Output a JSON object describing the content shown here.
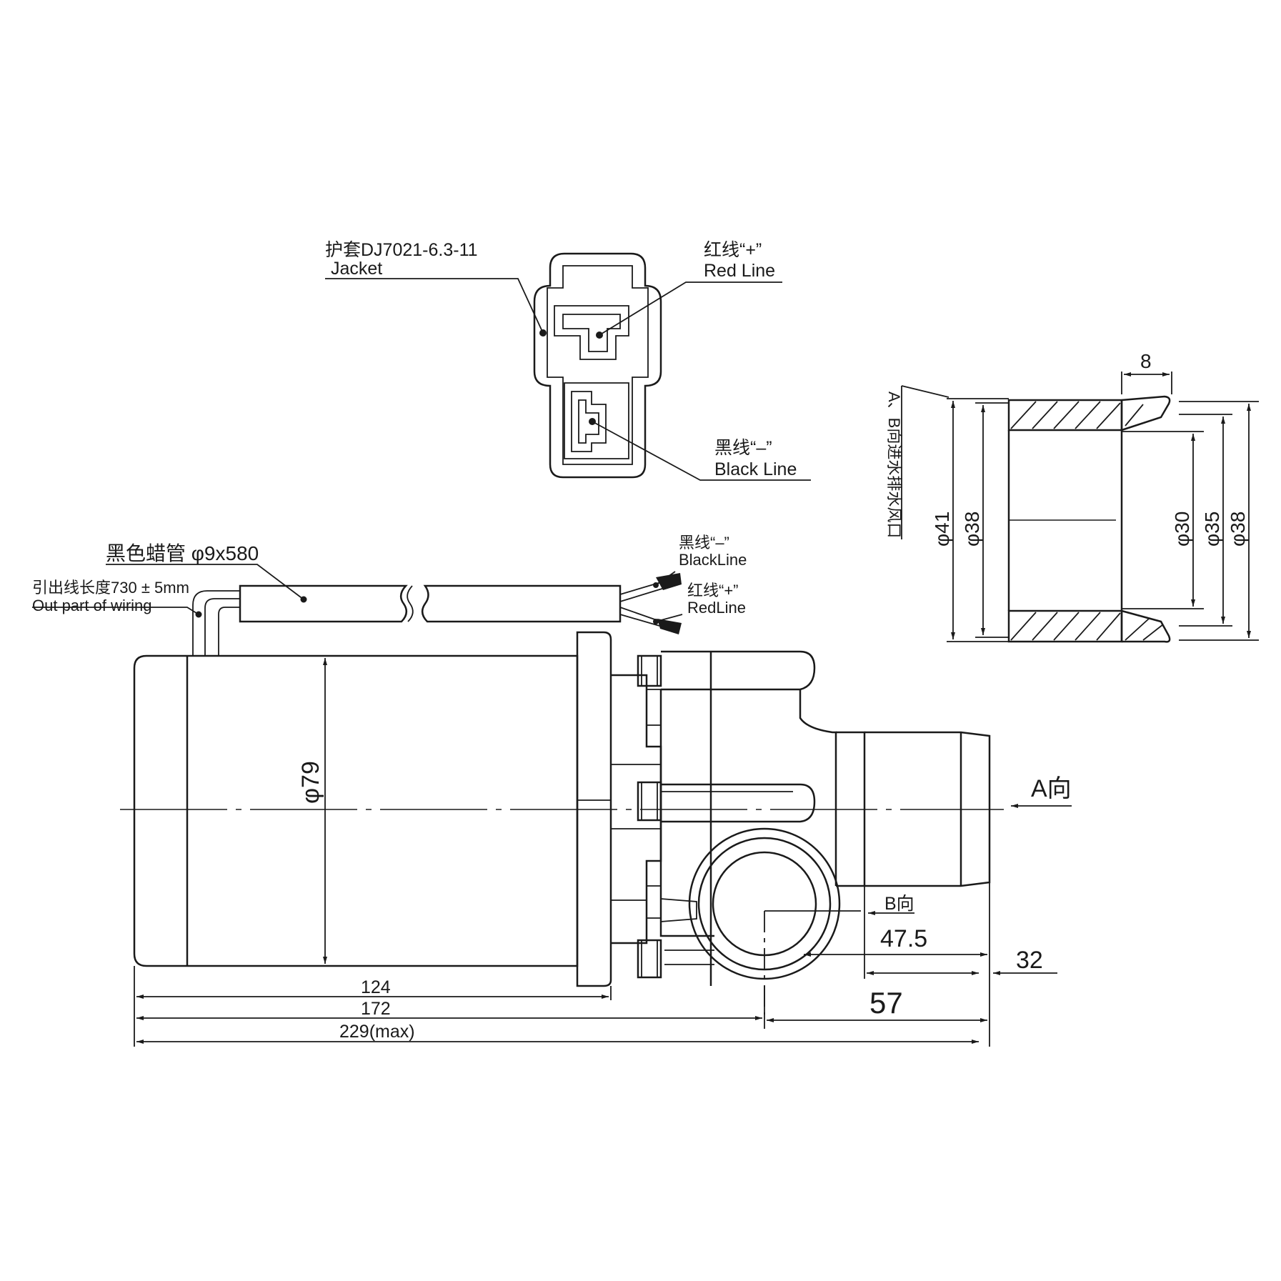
{
  "connector": {
    "jacket_cn": "护套DJ7021-6.3-11",
    "jacket_en": "Jacket",
    "red_cn": "红线“+”",
    "red_en": "Red Line",
    "black_cn": "黑线“–”",
    "black_en": "Black Line"
  },
  "wiring": {
    "tube_label": "黑色蜡管 φ9x580",
    "lead_cn": "引出线长度730 ± 5mm",
    "lead_en": "Out part of wiring",
    "black_cn": "黑线“–”",
    "black_en": "BlackLine",
    "red_cn": "红线“+”",
    "red_en": "RedLine"
  },
  "view_labels": {
    "a_dir": "A向",
    "b_dir": "B向"
  },
  "dimensions": {
    "diameter": "φ79",
    "d124": "124",
    "d172": "172",
    "d229": "229(max)",
    "d47_5": "47.5",
    "d32": "32",
    "d57": "57"
  },
  "port_detail": {
    "title": "A、B向进水排水风口",
    "d8": "8",
    "phi41": "φ41",
    "phi38a": "φ38",
    "phi30": "φ30",
    "phi35": "φ35",
    "phi38b": "φ38"
  }
}
